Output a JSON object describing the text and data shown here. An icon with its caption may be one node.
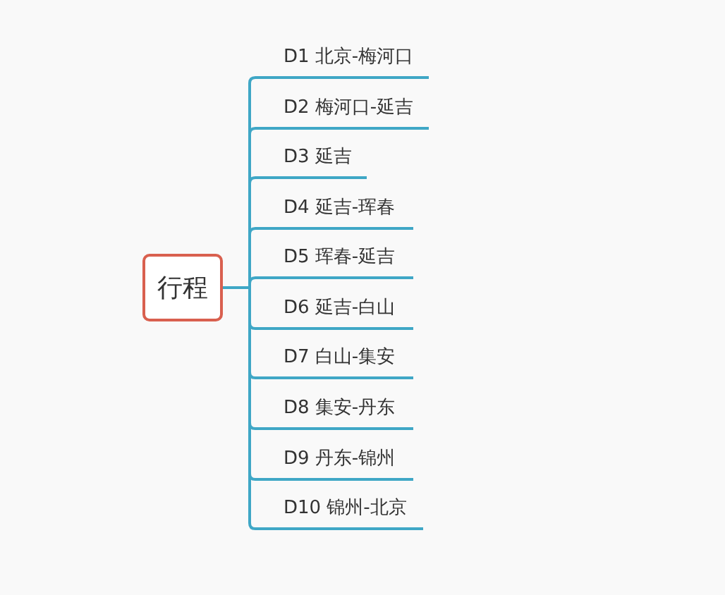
{
  "diagram": {
    "nodes": [
      {
        "text": [
          "行程"
        ]
      },
      {
        "text": [
          "D1 北京-梅河口"
        ]
      },
      {
        "text": [
          "D2 梅河口-延吉"
        ]
      },
      {
        "text": [
          "D3 延吉"
        ]
      },
      {
        "text": [
          "D4 延吉-珲春"
        ]
      },
      {
        "text": [
          "D5 珲春-延吉"
        ]
      },
      {
        "text": [
          "D6 延吉-白山"
        ]
      },
      {
        "text": [
          "D7 白山-集安"
        ]
      },
      {
        "text": [
          "D8 集安-丹东"
        ]
      },
      {
        "text": [
          "D9 丹东-锦州"
        ]
      },
      {
        "text": [
          "D10 锦州-北京"
        ]
      }
    ],
    "edges": [
      {
        "from": 0,
        "to": 1,
        "arrow": "none"
      },
      {
        "from": 0,
        "to": 2,
        "arrow": "none"
      },
      {
        "from": 0,
        "to": 3,
        "arrow": "none"
      },
      {
        "from": 0,
        "to": 4,
        "arrow": "none"
      },
      {
        "from": 0,
        "to": 5,
        "arrow": "none"
      },
      {
        "from": 0,
        "to": 6,
        "arrow": "none"
      },
      {
        "from": 0,
        "to": 7,
        "arrow": "none"
      },
      {
        "from": 0,
        "to": 8,
        "arrow": "none"
      },
      {
        "from": 0,
        "to": 9,
        "arrow": "none"
      },
      {
        "from": 0,
        "to": 10,
        "arrow": "none"
      }
    ]
  }
}
